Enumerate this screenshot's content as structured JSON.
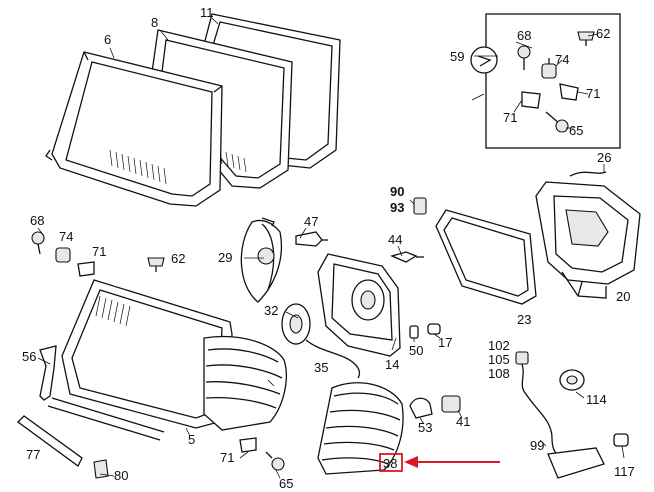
{
  "diagram": {
    "highlight_color": "#d9182a",
    "highlighted_part": "38",
    "labels": {
      "p6": "6",
      "p8": "8",
      "p11": "11",
      "p59": "59",
      "p68a": "68",
      "p62a": "62",
      "p74a": "74",
      "p71a": "71",
      "p71b": "71",
      "p65a": "65",
      "p26": "26",
      "p90": "90",
      "p93": "93",
      "p47": "47",
      "p29": "29",
      "p44": "44",
      "p68b": "68",
      "p74b": "74",
      "p71c": "71",
      "p62b": "62",
      "p20": "20",
      "p23": "23",
      "p32": "32",
      "p14": "14",
      "p50": "50",
      "p17": "17",
      "p35": "35",
      "p56": "56",
      "p5": "5",
      "p102": "102",
      "p105": "105",
      "p108": "108",
      "p114": "114",
      "p53": "53",
      "p41": "41",
      "p99": "99",
      "p117": "117",
      "p77": "77",
      "p80": "80",
      "p71d": "71",
      "p65b": "65",
      "p38": "38"
    }
  }
}
